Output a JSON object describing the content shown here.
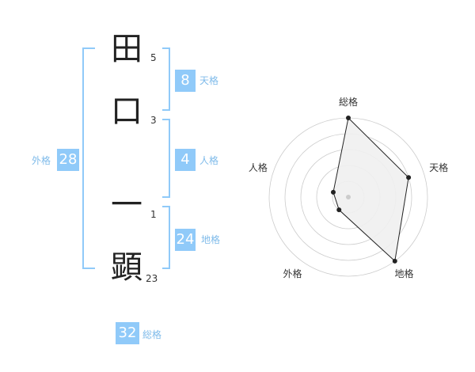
{
  "name": {
    "characters": [
      {
        "char": "田",
        "strokes": "5"
      },
      {
        "char": "口",
        "strokes": "3"
      },
      {
        "char": "一",
        "strokes": "1"
      },
      {
        "char": "顕",
        "strokes": "23"
      }
    ]
  },
  "fortunes": {
    "tenkaku": {
      "value": "8",
      "label": "天格"
    },
    "jinkaku": {
      "value": "4",
      "label": "人格"
    },
    "chikaku": {
      "value": "24",
      "label": "地格"
    },
    "gaikaku": {
      "value": "28",
      "label": "外格"
    },
    "soukaku": {
      "value": "32",
      "label": "総格"
    }
  },
  "colors": {
    "accent": "#90caf9",
    "label": "#7fbbea",
    "text": "#222222",
    "radar_grid": "#cccccc",
    "radar_fill": "#f0f0f0"
  },
  "chart_data": {
    "type": "radar",
    "axes": [
      "総格",
      "天格",
      "地格",
      "外格",
      "人格"
    ],
    "values": [
      1.0,
      0.8,
      1.0,
      0.2,
      0.2
    ],
    "rings": 5,
    "range": [
      0,
      1
    ]
  }
}
